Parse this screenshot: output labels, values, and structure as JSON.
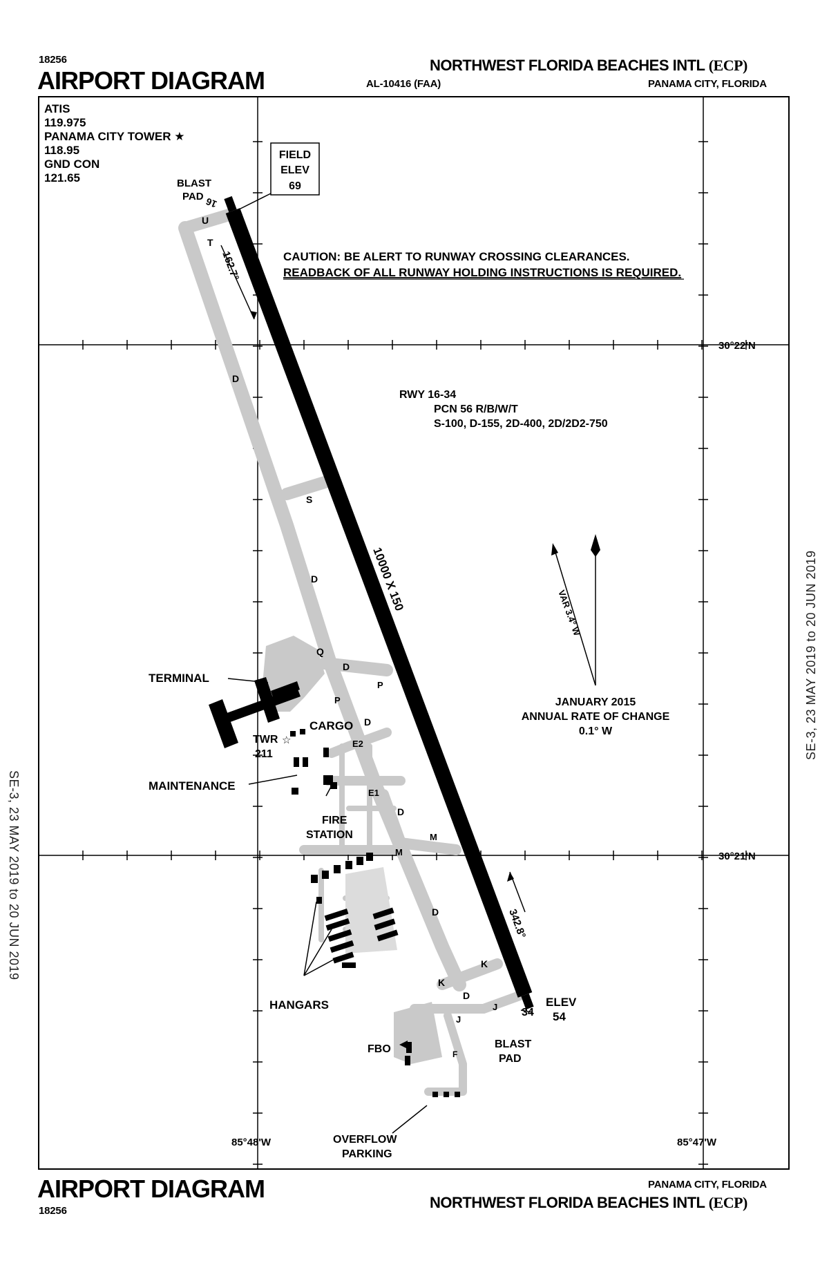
{
  "header": {
    "chart_number": "18256",
    "title": "AIRPORT DIAGRAM",
    "procedure_id": "AL-10416 (FAA)",
    "airport_name": "NORTHWEST FLORIDA BEACHES INTL",
    "airport_code": "(ECP)",
    "location": "PANAMA CITY, FLORIDA"
  },
  "footer": {
    "chart_number": "18256",
    "title": "AIRPORT DIAGRAM",
    "airport_name": "NORTHWEST FLORIDA BEACHES INTL",
    "airport_code": "(ECP)",
    "location": "PANAMA CITY, FLORIDA"
  },
  "effective_dates": {
    "left": "SE-3, 23 MAY 2019 to 20 JUN 2019",
    "right": "SE-3, 23 MAY 2019 to 20 JUN 2019"
  },
  "frequencies": {
    "atis_label": "ATIS",
    "atis_freq": "119.975",
    "tower_label": "PANAMA CITY TOWER",
    "tower_star": "★",
    "tower_freq": "118.95",
    "gnd_label": "GND CON",
    "gnd_freq": "121.65"
  },
  "field_elev": {
    "line1": "FIELD",
    "line2": "ELEV",
    "value": "69"
  },
  "caution": {
    "line1": "CAUTION: BE ALERT TO RUNWAY CROSSING CLEARANCES.",
    "line2": "READBACK OF ALL RUNWAY HOLDING INSTRUCTIONS IS REQUIRED."
  },
  "runway": {
    "name": "RWY 16-34",
    "pcn": "PCN 56 R/B/W/T",
    "strength": "S-100, D-155, 2D-400, 2D/2D2-750",
    "dimensions": "10000 X 150",
    "end_north": "16",
    "end_south": "34",
    "heading_north": "162.7°",
    "heading_south": "342.8°",
    "south_elev_label": "ELEV",
    "south_elev_value": "54"
  },
  "blast_pads": {
    "north_line1": "BLAST",
    "north_line2": "PAD",
    "south_line1": "BLAST",
    "south_line2": "PAD"
  },
  "magnetic": {
    "var": "VAR 3.4° W",
    "date": "JANUARY 2015",
    "rate_label": "ANNUAL RATE OF CHANGE",
    "rate": "0.1° W"
  },
  "coordinates": {
    "lat_north": "30°22'N",
    "lat_south": "30°21'N",
    "lon_west": "85°48'W",
    "lon_east": "85°47'W"
  },
  "facilities": {
    "terminal": "TERMINAL",
    "twr": "TWR",
    "twr_height": "211",
    "cargo": "CARGO",
    "maintenance": "MAINTENANCE",
    "fire_line1": "FIRE",
    "fire_line2": "STATION",
    "hangars": "HANGARS",
    "fbo": "FBO",
    "overflow_line1": "OVERFLOW",
    "overflow_line2": "PARKING"
  },
  "taxiways": {
    "U": "U",
    "T": "T",
    "D": "D",
    "S": "S",
    "Q": "Q",
    "P": "P",
    "E2": "E2",
    "E1": "E1",
    "M": "M",
    "K": "K",
    "J": "J",
    "F": "F"
  }
}
